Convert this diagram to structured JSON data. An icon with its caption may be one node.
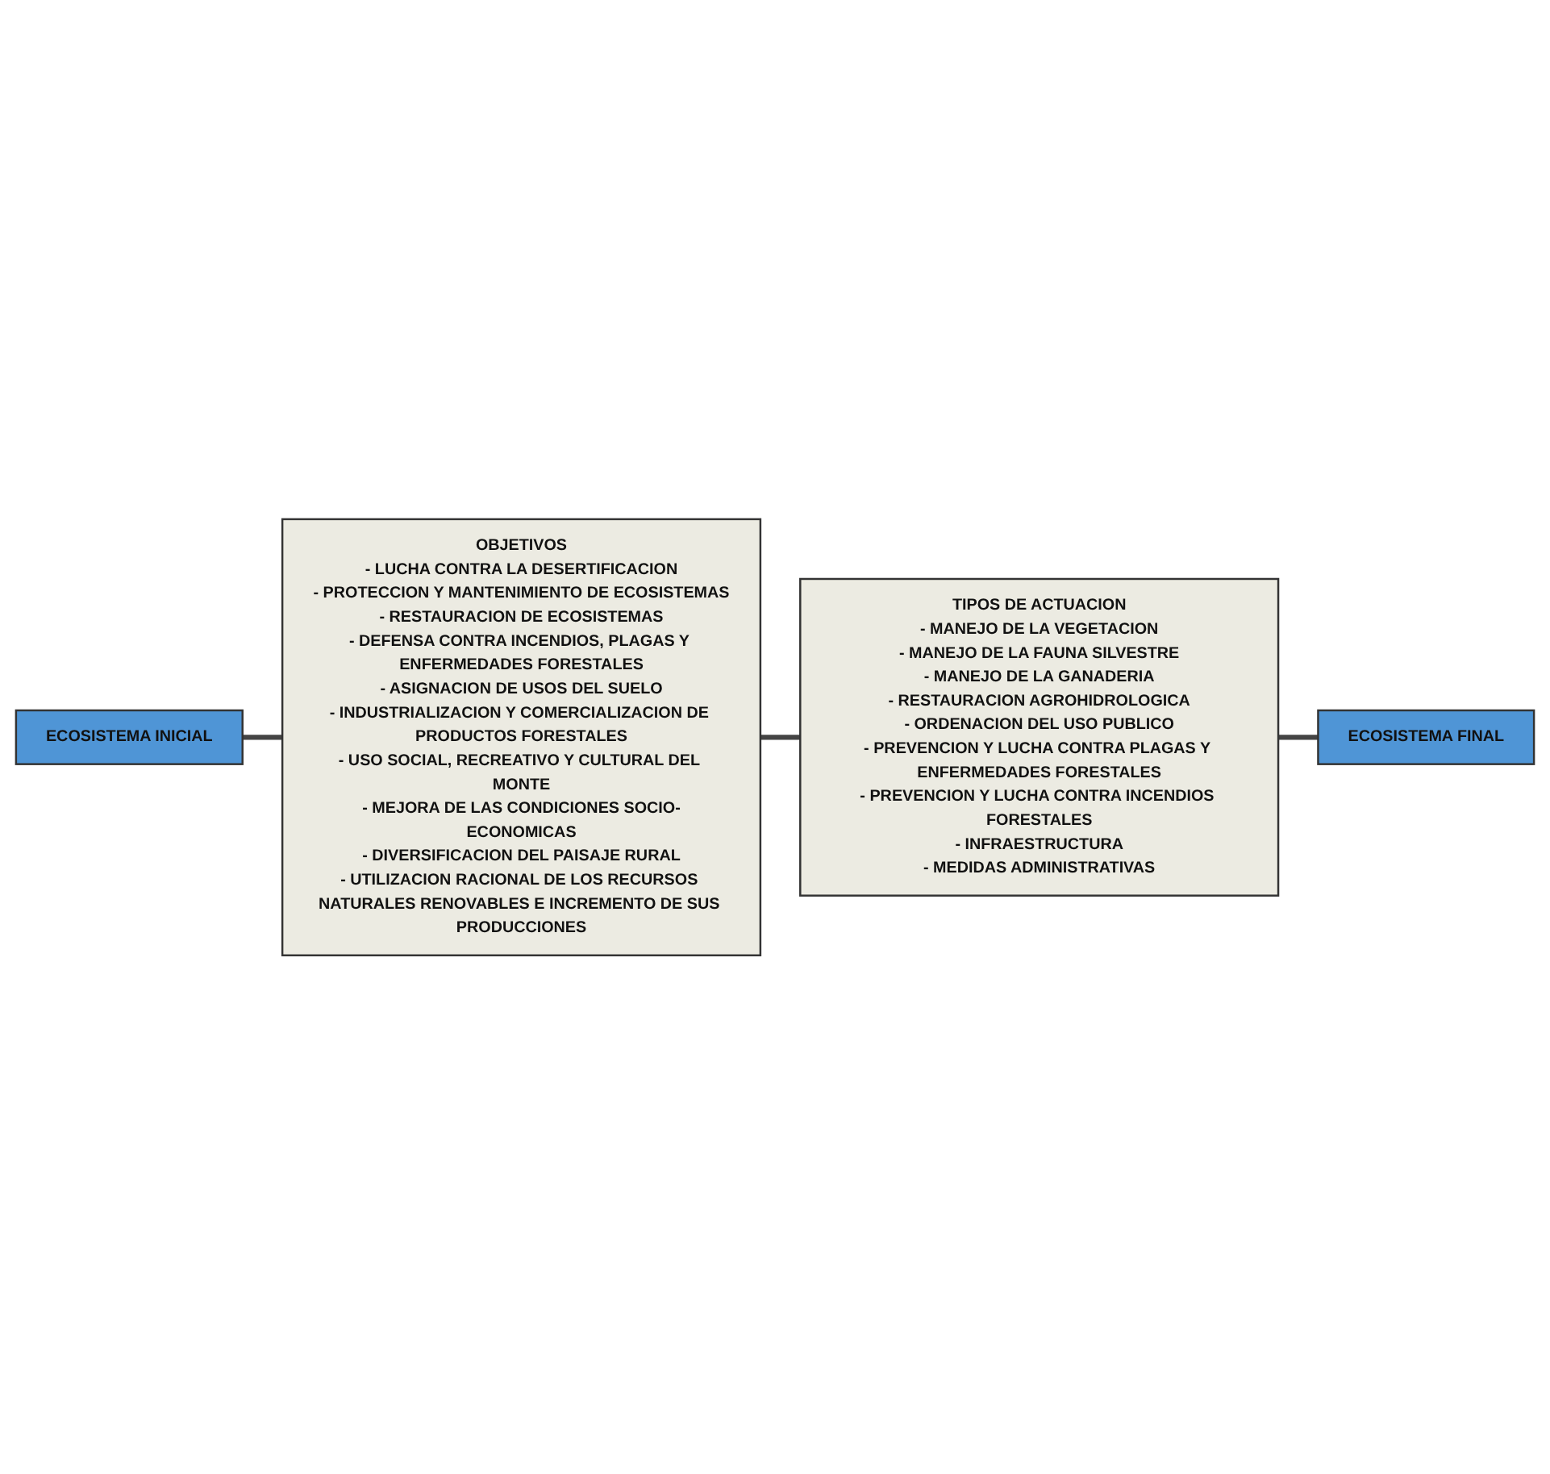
{
  "diagram": {
    "nodes": [
      {
        "text": [
          "ECOSISTEMA INICIAL"
        ]
      },
      {
        "text": [
          "OBJETIVOS",
          "- LUCHA CONTRA LA DESERTIFICACION",
          "- PROTECCION Y MANTENIMIENTO DE ECOSISTEMAS",
          "- RESTAURACION DE ECOSISTEMAS",
          "- DEFENSA CONTRA INCENDIOS, PLAGAS Y ENFERMEDADES FORESTALES",
          "- ASIGNACION DE USOS DEL SUELO",
          "- INDUSTRIALIZACION Y COMERCIALIZACION DE PRODUCTOS FORESTALES",
          "- USO SOCIAL, RECREATIVO Y CULTURAL DEL MONTE",
          "- MEJORA DE LAS CONDICIONES SOCIO-ECONOMICAS",
          "- DIVERSIFICACION DEL PAISAJE RURAL",
          "- UTILIZACION RACIONAL DE LOS RECURSOS NATURALES RENOVABLES E INCREMENTO DE SUS PRODUCCIONES"
        ]
      },
      {
        "text": [
          "TIPOS DE ACTUACION",
          "- MANEJO DE LA VEGETACION",
          "- MANEJO DE LA FAUNA SILVESTRE",
          "- MANEJO DE LA GANADERIA",
          "- RESTAURACION AGROHIDROLOGICA",
          "- ORDENACION DEL USO PUBLICO",
          "- PREVENCION Y LUCHA CONTRA PLAGAS Y ENFERMEDADES FORESTALES",
          "- PREVENCION Y LUCHA CONTRA INCENDIOS FORESTALES",
          "- INFRAESTRUCTURA",
          "- MEDIDAS ADMINISTRATIVAS"
        ]
      },
      {
        "text": [
          "ECOSISTEMA FINAL"
        ]
      }
    ],
    "edges": [
      {
        "from": 0,
        "to": 1,
        "arrow": "none"
      },
      {
        "from": 1,
        "to": 2,
        "arrow": "none"
      },
      {
        "from": 2,
        "to": 3,
        "arrow": "none"
      }
    ]
  }
}
